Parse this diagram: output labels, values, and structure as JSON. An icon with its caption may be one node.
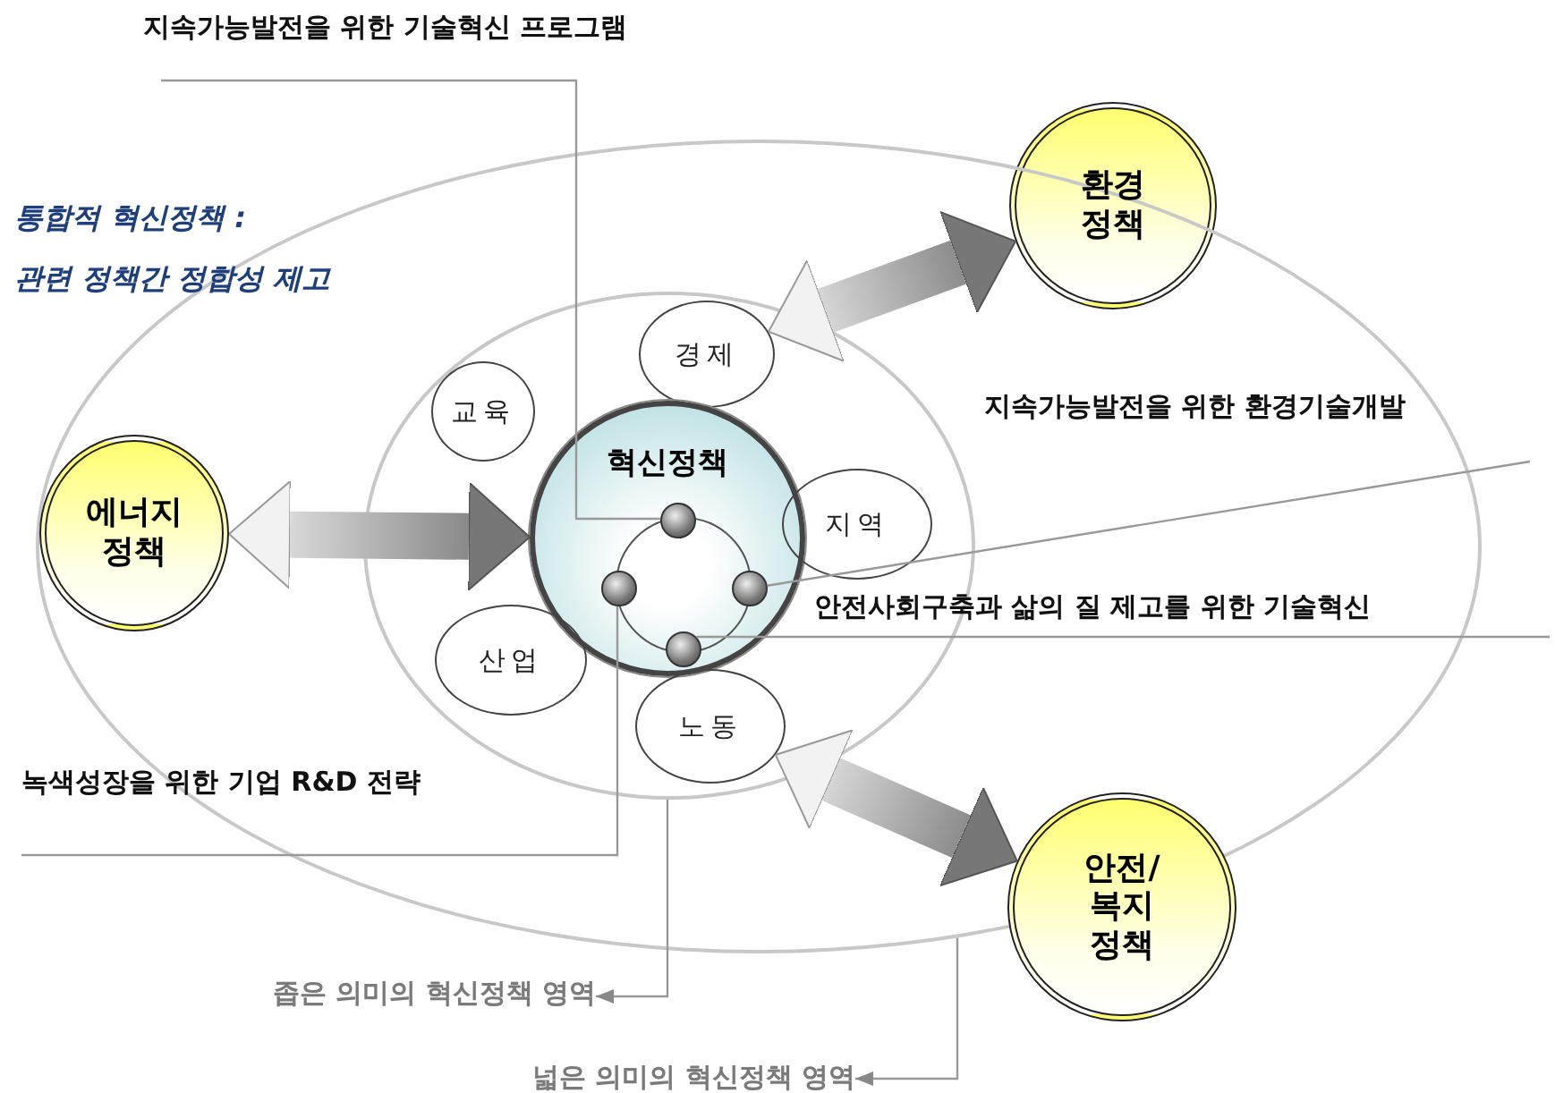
{
  "diagram": {
    "nodes": [
      {
        "text": [
          "지속가능발전을 위한 기술혁신 프로그램"
        ]
      },
      {
        "text": [
          "환경 정책"
        ]
      },
      {
        "text": [],
        "shape": "ellipse"
      },
      {
        "text": [],
        "shape": "ellipse",
        "in": 2
      },
      {
        "text": [
          "경제"
        ],
        "in": 3
      },
      {
        "text": [
          "교육"
        ],
        "in": 3
      },
      {
        "text": [
          "혁신정책"
        ],
        "in": 3
      },
      {
        "text": [],
        "shape": "circle",
        "in": 6
      },
      {
        "text": [],
        "shape": "circle",
        "in": 6
      },
      {
        "text": [],
        "shape": "circle",
        "in": 6
      },
      {
        "text": [],
        "shape": "circle",
        "in": 6
      },
      {
        "text": [],
        "shape": "circle",
        "in": 6
      },
      {
        "text": [
          "지속가능발전을 위한 환경기술개발"
        ],
        "in": 2
      },
      {
        "text": [
          "에너지 정책"
        ],
        "in": 2
      },
      {
        "text": [
          "지역"
        ],
        "in": 3
      },
      {
        "text": [
          "안전사회구축과 삶의 질 제고를 위한 기술혁신"
        ],
        "in": 2
      },
      {
        "text": [
          "산업"
        ],
        "in": 3
      },
      {
        "text": [
          "노동"
        ],
        "in": 3
      },
      {
        "text": [
          "녹색성장을 위한 기업 R&D 전략"
        ],
        "in": 2
      },
      {
        "text": [
          "안전/복지 정책"
        ]
      },
      {
        "text": [
          "좁은 의미의 혁신정책 영역"
        ]
      },
      {
        "text": [
          "넓은 의미의 혁신정책 영역"
        ]
      }
    ],
    "edges": [
      {
        "from": 0,
        "to": 8,
        "arrow": "none"
      },
      {
        "from": 12,
        "to": 10,
        "arrow": "none"
      },
      {
        "from": 15,
        "to": 11,
        "arrow": "none"
      },
      {
        "from": 18,
        "to": 9,
        "arrow": "none"
      },
      {
        "from": 3,
        "to": 20,
        "arrow": "to"
      },
      {
        "from": 2,
        "to": 21,
        "arrow": "to"
      },
      {
        "from": 13,
        "to": 6,
        "arrow": "both",
        "style": "thick"
      },
      {
        "from": 4,
        "to": 1,
        "arrow": "both",
        "style": "thick"
      },
      {
        "from": 17,
        "to": 19,
        "arrow": "both",
        "style": "thick"
      }
    ],
    "labels": [
      "통합적 혁신정책 :",
      "관련 정책간 정합성 제고"
    ]
  }
}
